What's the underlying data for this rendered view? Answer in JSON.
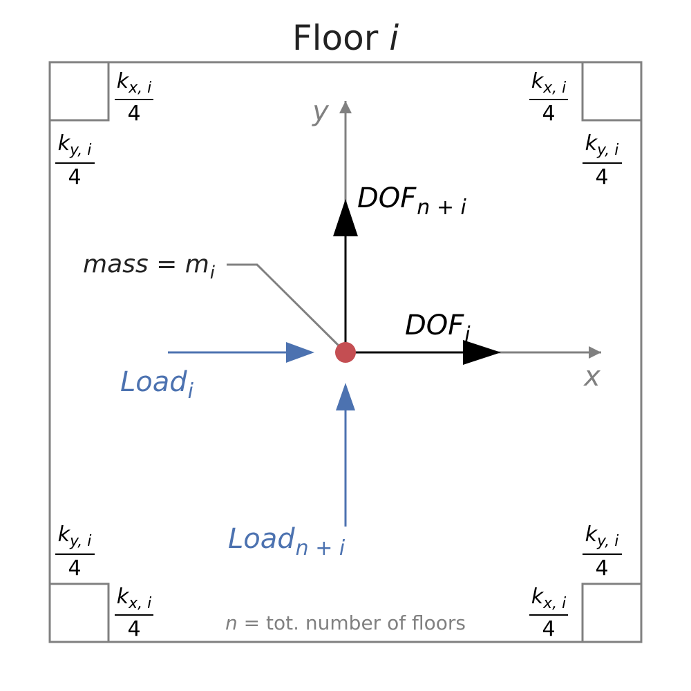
{
  "title": {
    "prefix": "Floor ",
    "index": "i"
  },
  "axes": {
    "x_label": "x",
    "y_label": "y",
    "axis_color": "#808080"
  },
  "dof": {
    "horizontal": {
      "base": "DOF",
      "sub": "i"
    },
    "vertical": {
      "base": "DOF",
      "sub": "n + i"
    },
    "color": "#000000"
  },
  "mass": {
    "label": "mass = m",
    "sub": "i",
    "color": "#c44e52"
  },
  "loads": {
    "horizontal": {
      "base": "Load",
      "sub": "i"
    },
    "vertical": {
      "base": "Load",
      "sub": "n + i"
    },
    "color": "#4c72b0"
  },
  "stiffness": {
    "kx": {
      "base": "k",
      "sub": "x, i",
      "denominator": "4"
    },
    "ky": {
      "base": "k",
      "sub": "y, i",
      "denominator": "4"
    }
  },
  "footnote": {
    "var": "n",
    "text": " =  tot. number of floors"
  }
}
